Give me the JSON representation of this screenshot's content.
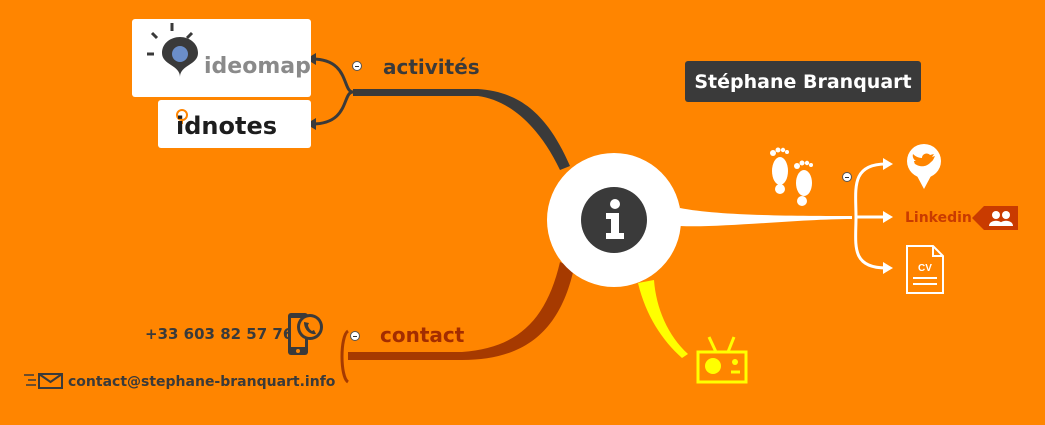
{
  "map": {
    "title": "Stéphane Branquart",
    "branches": {
      "activities": {
        "label": "activités",
        "children": {
          "ideomap_logo_text": "ideomap",
          "idnotes_logo_text": "idnotes"
        }
      },
      "contact": {
        "label": "contact",
        "phone": "+33 603 82 57 76",
        "email": "contact@stephane-branquart.info"
      },
      "social": {
        "linkedin_label": "Linkedin",
        "cv_label": "CV"
      }
    }
  },
  "colors": {
    "background": "#ff8500",
    "dark": "#3a3a3a",
    "contact_branch": "#a63a00",
    "contact_label": "#a32d00",
    "radio_branch": "#ffff00",
    "white_branch": "#ffffff",
    "linkedin": "#c93b00"
  },
  "icons": [
    "info-icon",
    "ideomap-pin-icon",
    "idnotes-bulb-icon",
    "phone-icon",
    "email-icon",
    "footprints-icon",
    "twitter-icon",
    "linkedin-group-icon",
    "cv-document-icon",
    "radio-icon"
  ]
}
